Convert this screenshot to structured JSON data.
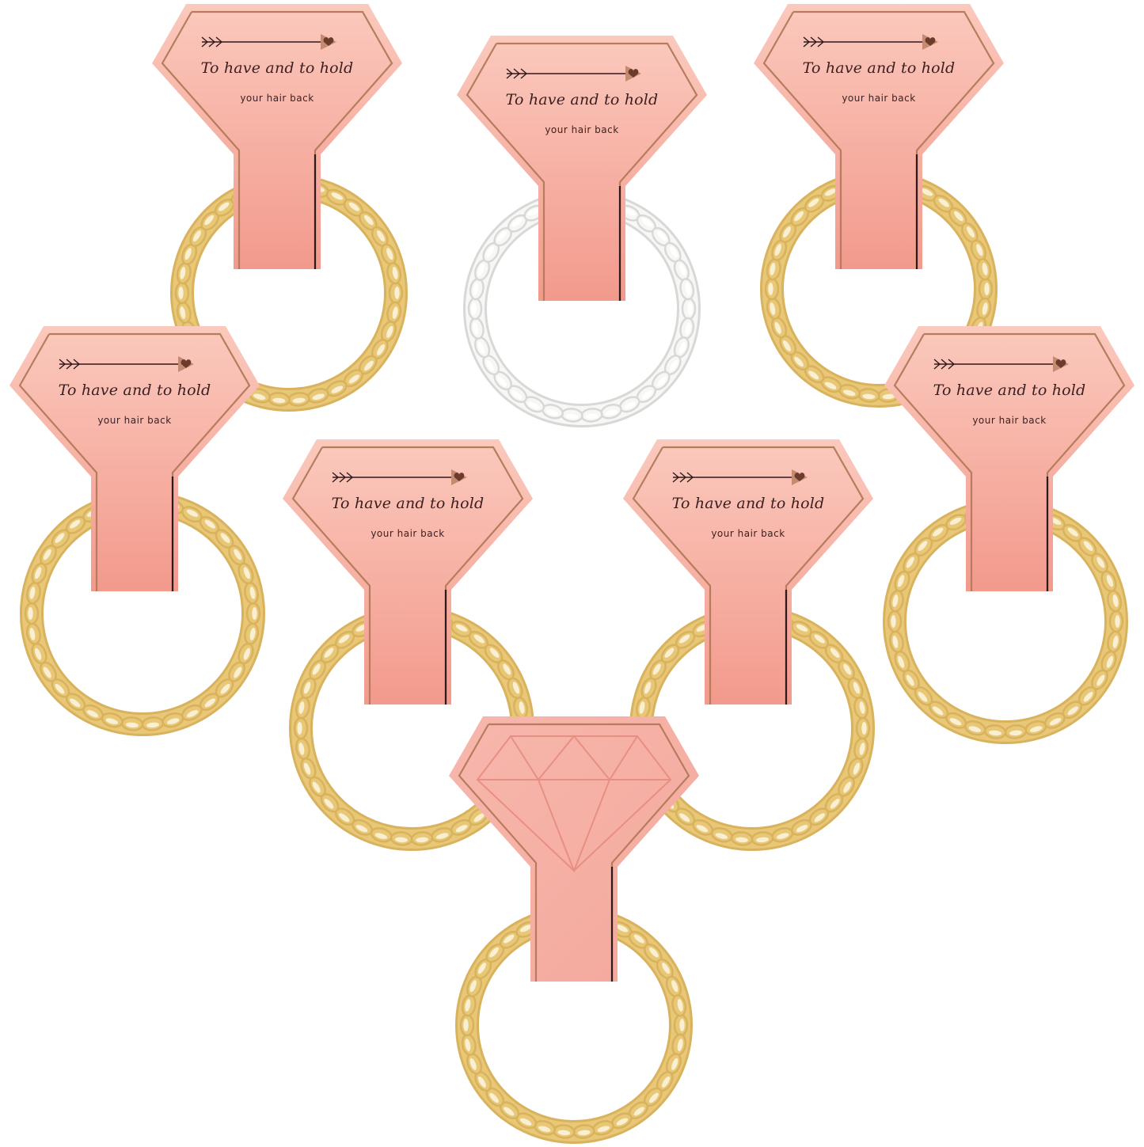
{
  "image": {
    "subject": "hair tie cards",
    "colors": {
      "background": "#ffffff",
      "card_light": "#fbc9bd",
      "card_dark": "#f29a8c",
      "foil": "#b77c5d",
      "ink": "#3a1f22",
      "coil_gold": "#d9b25e",
      "coil_highlight": "#fbf3dd",
      "coil_white": "#f7f7f5"
    }
  },
  "cards": [
    {
      "tagline": "To have and to hold",
      "subline": "your hair back",
      "coil": "gold",
      "icon": "arrow-heart-icon"
    },
    {
      "tagline": "To have and to hold",
      "subline": "your hair back",
      "coil": "white",
      "icon": "arrow-heart-icon"
    },
    {
      "tagline": "To have and to hold",
      "subline": "your hair back",
      "coil": "gold",
      "icon": "arrow-heart-icon"
    },
    {
      "tagline": "To have and to hold",
      "subline": "your hair back",
      "coil": "gold",
      "icon": "arrow-heart-icon"
    },
    {
      "tagline": "To have and to hold",
      "subline": "your hair back",
      "coil": "gold",
      "icon": "arrow-heart-icon"
    },
    {
      "tagline": "To have and to hold",
      "subline": "your hair back",
      "coil": "gold",
      "icon": "arrow-heart-icon"
    },
    {
      "tagline": "To have and to hold",
      "subline": "your hair back",
      "coil": "gold",
      "icon": "arrow-heart-icon"
    },
    {
      "tagline": "",
      "subline": "",
      "coil": "gold",
      "icon": "diamond-icon"
    }
  ]
}
